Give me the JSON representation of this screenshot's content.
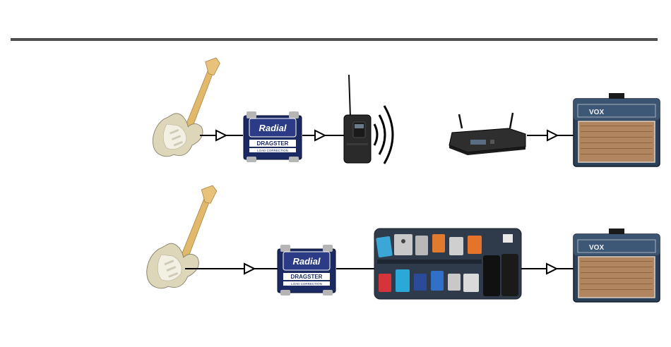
{
  "diagram": {
    "colors": {
      "header_rule": "#4d4d4d",
      "signal_line": "#000000",
      "di_box_blue": "#1c2a63",
      "di_box_label": "#ffffff",
      "amp_tolex": "#2c3f5a",
      "amp_grille": "#b08560",
      "guitar_body": "#ddd6b8",
      "guitar_neck": "#e2b86a"
    },
    "rows": [
      {
        "name": "wireless-chain",
        "devices": [
          {
            "id": "guitar",
            "icon": "electric-guitar-icon"
          },
          {
            "id": "di-box",
            "icon": "di-box-icon",
            "brand": "Radial",
            "model": "DRAGSTER",
            "sub": "LOAD CORRECTION"
          },
          {
            "id": "transmitter",
            "icon": "bodypack-transmitter-icon"
          },
          {
            "id": "wireless-signal",
            "icon": "radio-waves-icon"
          },
          {
            "id": "receiver",
            "icon": "wireless-receiver-icon"
          },
          {
            "id": "amplifier",
            "icon": "vox-amp-icon",
            "brand": "VOX"
          }
        ]
      },
      {
        "name": "pedalboard-chain",
        "devices": [
          {
            "id": "guitar",
            "icon": "electric-guitar-icon"
          },
          {
            "id": "di-box",
            "icon": "di-box-icon",
            "brand": "Radial",
            "model": "DRAGSTER",
            "sub": "LOAD CORRECTION"
          },
          {
            "id": "pedalboard",
            "icon": "pedalboard-icon"
          },
          {
            "id": "amplifier",
            "icon": "vox-amp-icon",
            "brand": "VOX"
          }
        ]
      }
    ]
  }
}
